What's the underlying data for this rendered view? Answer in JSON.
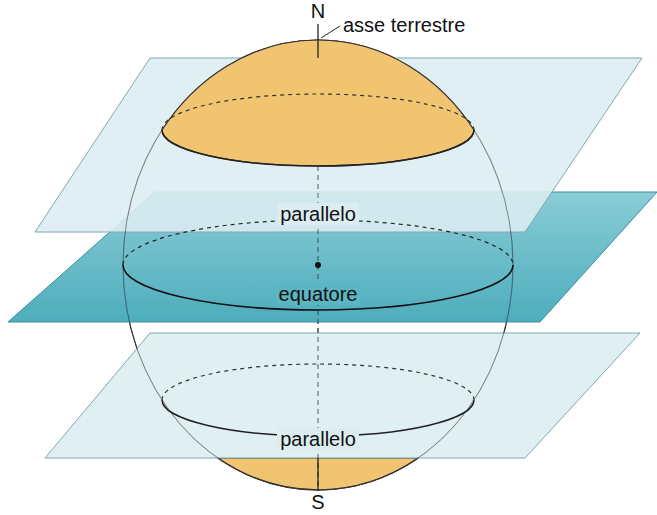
{
  "diagram": {
    "labels": [
      "N",
      "asse terrestre",
      "parallelo",
      "equatore",
      "parallelo",
      "S"
    ]
  }
}
